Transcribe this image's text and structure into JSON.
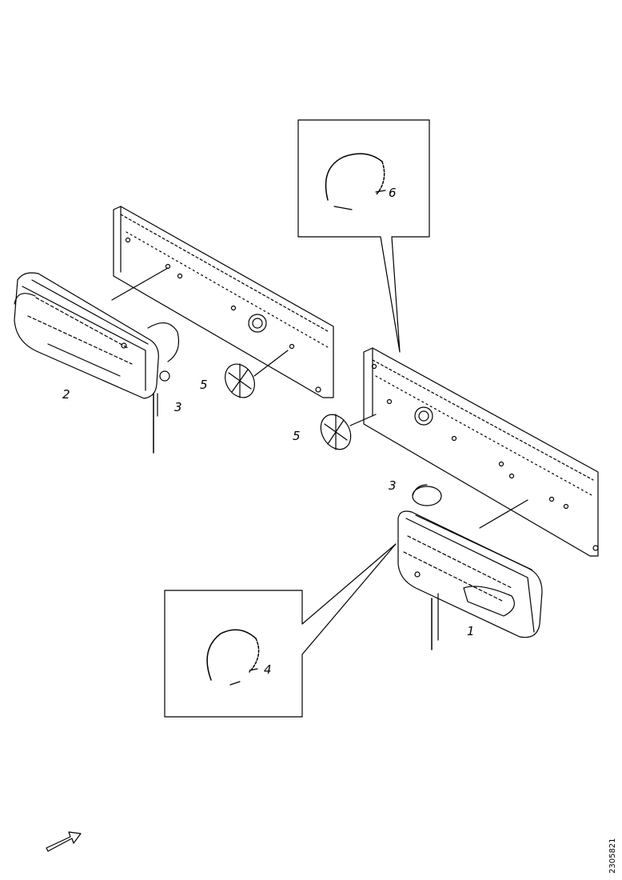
{
  "callouts": {
    "rear_lamp_right": "1",
    "rear_lamp_left": "2",
    "bulb_holder_left": "3",
    "clip_inset_bottom": "4",
    "reflector_left": "5",
    "reflector_right": "5",
    "bulb_holder_right": "3",
    "clip_inset_top": "6"
  },
  "doc_id": "2305821",
  "icons": {
    "direction": "forward-arrow-icon"
  }
}
